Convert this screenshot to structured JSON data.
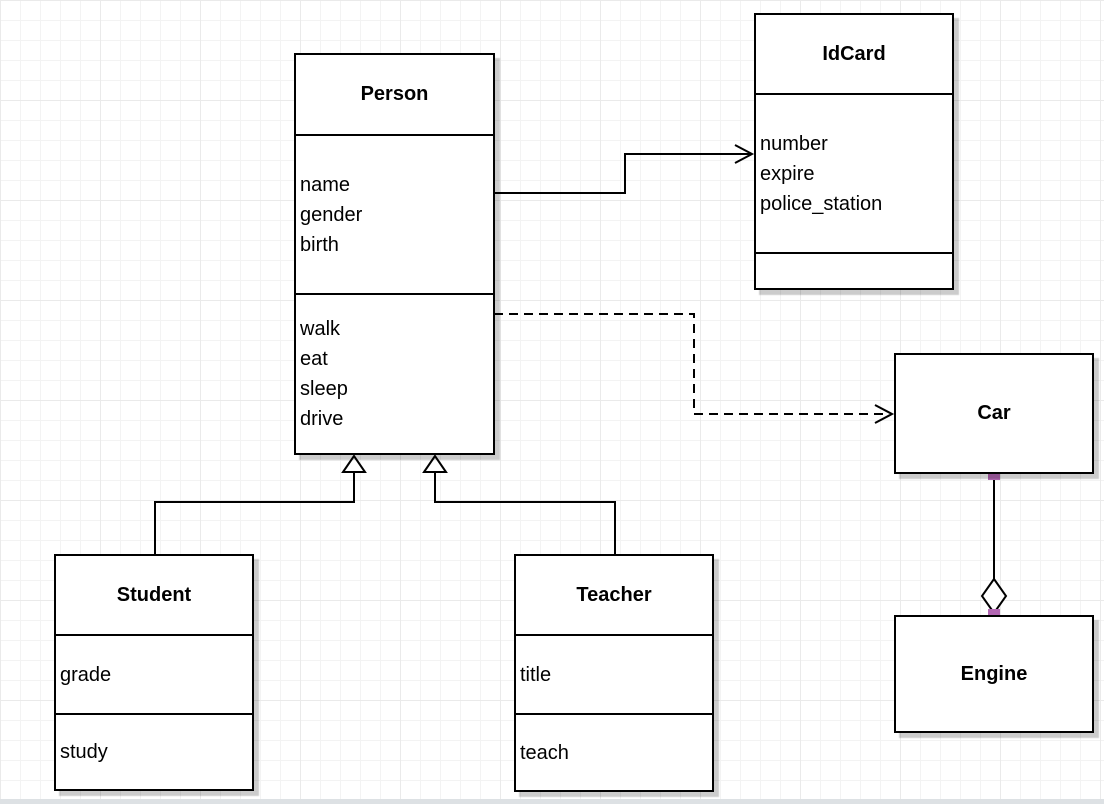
{
  "diagram": {
    "kind": "uml-class-diagram",
    "classes": {
      "person": {
        "title": "Person",
        "attributes": [
          "name",
          "gender",
          "birth"
        ],
        "methods": [
          "walk",
          "eat",
          "sleep",
          "drive"
        ]
      },
      "idcard": {
        "title": "IdCard",
        "attributes": [
          "number",
          "expire",
          "police_station"
        ],
        "methods": []
      },
      "car": {
        "title": "Car",
        "attributes": [],
        "methods": []
      },
      "engine": {
        "title": "Engine",
        "attributes": [],
        "methods": []
      },
      "student": {
        "title": "Student",
        "attributes": [
          "grade"
        ],
        "methods": [
          "study"
        ]
      },
      "teacher": {
        "title": "Teacher",
        "attributes": [
          "title"
        ],
        "methods": [
          "teach"
        ]
      }
    },
    "relationships": [
      {
        "from": "Person",
        "to": "IdCard",
        "type": "association",
        "line": "solid",
        "end": "open-arrow"
      },
      {
        "from": "Person",
        "to": "Car",
        "type": "dependency",
        "line": "dashed",
        "end": "open-arrow"
      },
      {
        "from": "Student",
        "to": "Person",
        "type": "generalization",
        "line": "solid",
        "end": "hollow-triangle"
      },
      {
        "from": "Teacher",
        "to": "Person",
        "type": "generalization",
        "line": "solid",
        "end": "hollow-triangle"
      },
      {
        "from": "Car",
        "to": "Engine",
        "type": "aggregation",
        "line": "solid",
        "end": "hollow-diamond"
      }
    ],
    "colors": {
      "stroke": "#000000",
      "fill": "#ffffff",
      "grid_minor": "#f3f3f3",
      "grid_major": "#eaeaea",
      "shadow": "#cccccc",
      "endpoint_marker": "#b266b2",
      "canvas_edge": "#dde1e4"
    }
  }
}
